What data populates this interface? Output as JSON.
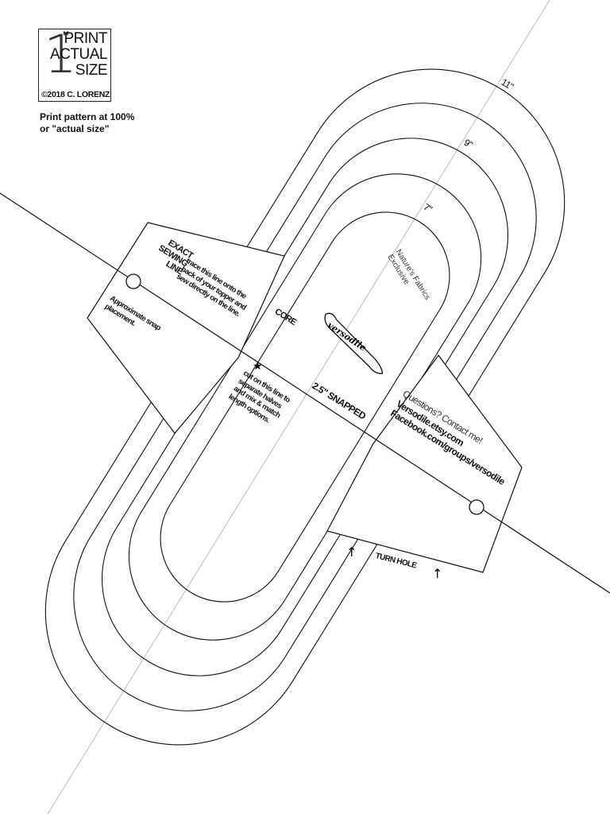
{
  "scale_box": {
    "digit": "1",
    "quote": "\"",
    "line1": "PRINT",
    "line2": "ACTUAL",
    "line3": "SIZE",
    "copyright": "©2018 C. LORENZ"
  },
  "print_note": "Print pattern at 100% or \"actual size\"",
  "size_labels": [
    "11\"",
    "9\"",
    "7\""
  ],
  "fabric_note": {
    "line1": "Nature's Fabrics",
    "line2": "Exclusive"
  },
  "sewing_line": {
    "title1": "EXACT",
    "title2": "SEWING",
    "title3": "LINE",
    "desc1": "trace this line onto the",
    "desc2": "back of your topper and",
    "desc3": "sew directly on the line."
  },
  "snap_note": {
    "line1": "Approximate snap",
    "line2": "placement."
  },
  "core_label": "CORE",
  "logo_text": "versodile",
  "cut_note": {
    "line1": "cut on this line to",
    "line2": "separate halves",
    "line3": "and mix & match",
    "line4": "length options."
  },
  "snapped_label": "2.5\" SNAPPED",
  "contact": {
    "line1": "Questions? Contact me!",
    "line2": "Versodile.etsy.com",
    "line3": "Facebook.com/groups/versodile"
  },
  "turn_hole": "TURN HOLE",
  "colors": {
    "line": "#111111",
    "guide": "#bbbbbb"
  }
}
